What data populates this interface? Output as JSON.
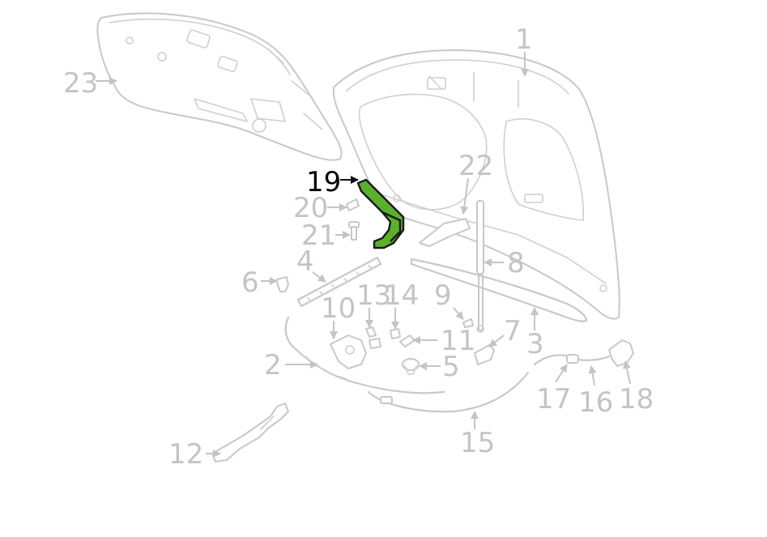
{
  "colors": {
    "line": "#c8c8c8",
    "label": "#c4c4c4",
    "highlight": "#5bb02f",
    "highlight_label": "#000000"
  },
  "callouts": {
    "c1": "1",
    "c2": "2",
    "c3": "3",
    "c4": "4",
    "c5": "5",
    "c6": "6",
    "c7": "7",
    "c8": "8",
    "c9": "9",
    "c10": "10",
    "c11": "11",
    "c12": "12",
    "c13": "13",
    "c14": "14",
    "c15": "15",
    "c16": "16",
    "c17": "17",
    "c18": "18",
    "c19": "19",
    "c20": "20",
    "c21": "21",
    "c22": "22",
    "c23": "23"
  },
  "highlighted_part": "19"
}
